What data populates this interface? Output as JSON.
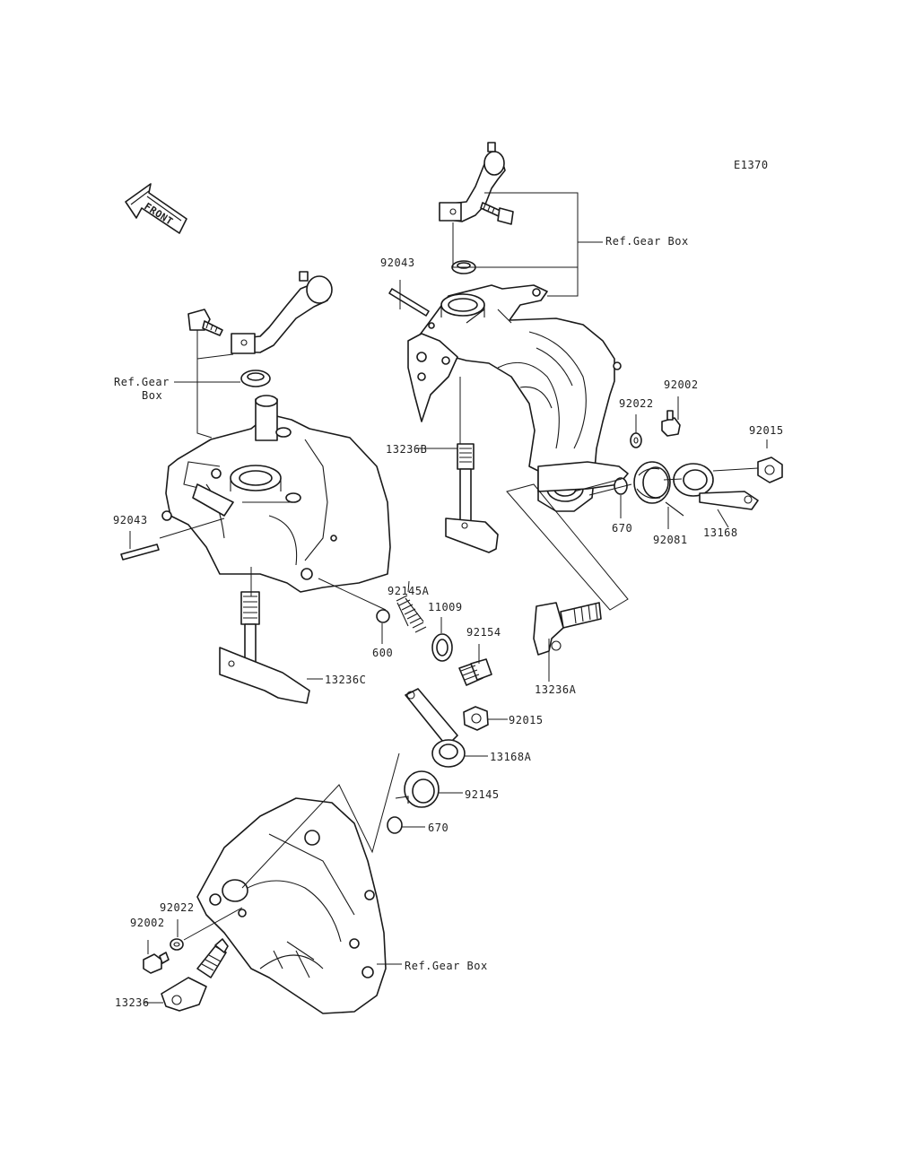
{
  "diagram_code": "E1370",
  "front_arrow_label": "FRONT",
  "callouts": {
    "ref_gear_box_top": "Ref.Gear Box",
    "ref_gear_box_left_line1": "Ref.Gear",
    "ref_gear_box_left_line2": "Box",
    "ref_gear_box_bottom": "Ref.Gear Box",
    "p92043_top": "92043",
    "p92043_left": "92043",
    "p13236B": "13236B",
    "p13236C": "13236C",
    "p13236A": "13236A",
    "p13236": "13236",
    "p92002_right": "92002",
    "p92002_left": "92002",
    "p92022_right": "92022",
    "p92022_left": "92022",
    "p92015_right": "92015",
    "p92015_mid": "92015",
    "p670_right": "670",
    "p670_mid": "670",
    "p92081": "92081",
    "p13168": "13168",
    "p13168A": "13168A",
    "p92145A": "92145A",
    "p92145": "92145",
    "p11009": "11009",
    "p92154": "92154",
    "p600": "600"
  }
}
